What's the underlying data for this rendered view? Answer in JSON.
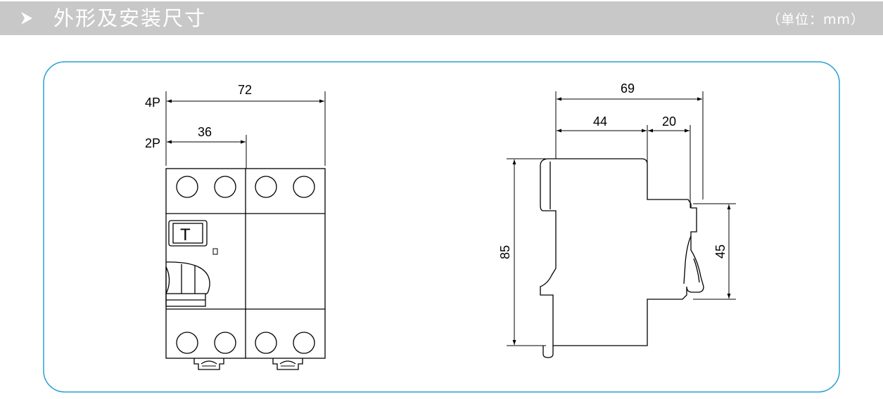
{
  "header": {
    "title": "外形及安装尺寸",
    "unit": "（单位：mm）",
    "arrow_icon": "chevron-right-icon"
  },
  "front_view": {
    "label_4p": "4P",
    "label_2p": "2P",
    "dim_4p": "72",
    "dim_2p": "36",
    "test_button_label": "T"
  },
  "side_view": {
    "dim_total_depth": "69",
    "dim_front_depth": "44",
    "dim_back_depth": "20",
    "dim_height": "85",
    "dim_rail_height": "45"
  },
  "colors": {
    "header_bg": "#c8c8c8",
    "frame_stroke": "#2a9fd6",
    "line": "#000000"
  }
}
